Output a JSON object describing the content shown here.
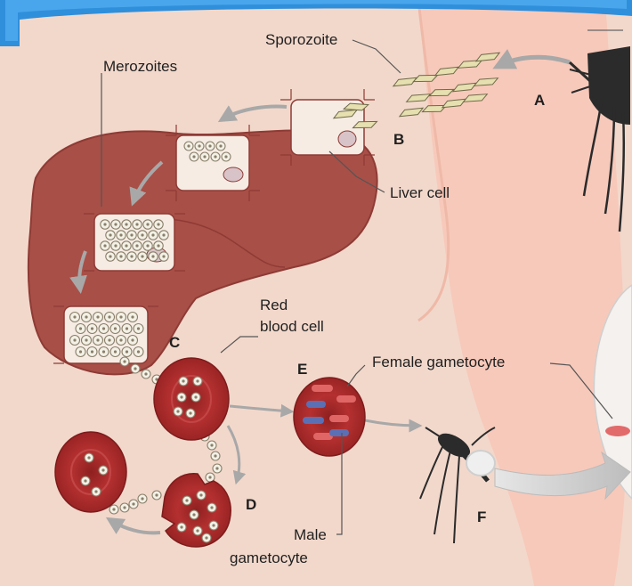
{
  "labels": {
    "sporozoite": "Sporozoite",
    "merozoites": "Merozoites",
    "liver_cell": "Liver cell",
    "red_blood_cell_line1": "Red",
    "red_blood_cell_line2": "blood cell",
    "female_gametocyte": "Female gametocyte",
    "male_gametocyte_line1": "Male",
    "male_gametocyte_line2": "gametocyte"
  },
  "stages": {
    "a": "A",
    "b": "B",
    "c": "C",
    "d": "D",
    "e": "E",
    "f": "F"
  },
  "colors": {
    "background": "#f2d8cb",
    "skin": "#f5cfc2",
    "liver": "#a84f47",
    "liver_dark": "#8e3b35",
    "cell_fill": "#f6ece4",
    "rbc": "#a52a2a",
    "rbc_dark": "#7e1c1c",
    "parasite": "#e6dfb0",
    "arrow": "#a8a8a8",
    "banner": "#2f8fdb"
  }
}
